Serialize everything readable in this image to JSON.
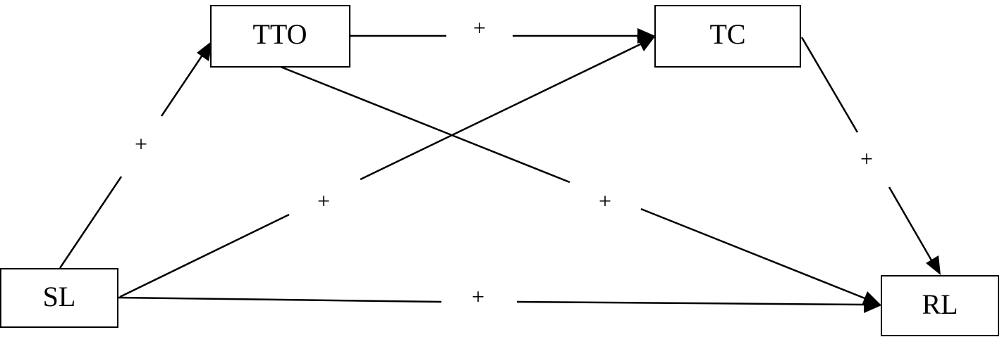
{
  "colors": {
    "stroke": "#000000",
    "background": "#ffffff"
  },
  "nodes": {
    "tto": {
      "label": "TTO"
    },
    "tc": {
      "label": "TC"
    },
    "sl": {
      "label": "SL"
    },
    "rl": {
      "label": "RL"
    }
  },
  "edges": {
    "sl_tto": {
      "label": "+"
    },
    "tto_tc": {
      "label": "+"
    },
    "tc_rl": {
      "label": "+"
    },
    "sl_tc": {
      "label": "+"
    },
    "tto_rl": {
      "label": "+"
    },
    "sl_rl": {
      "label": "+"
    }
  }
}
